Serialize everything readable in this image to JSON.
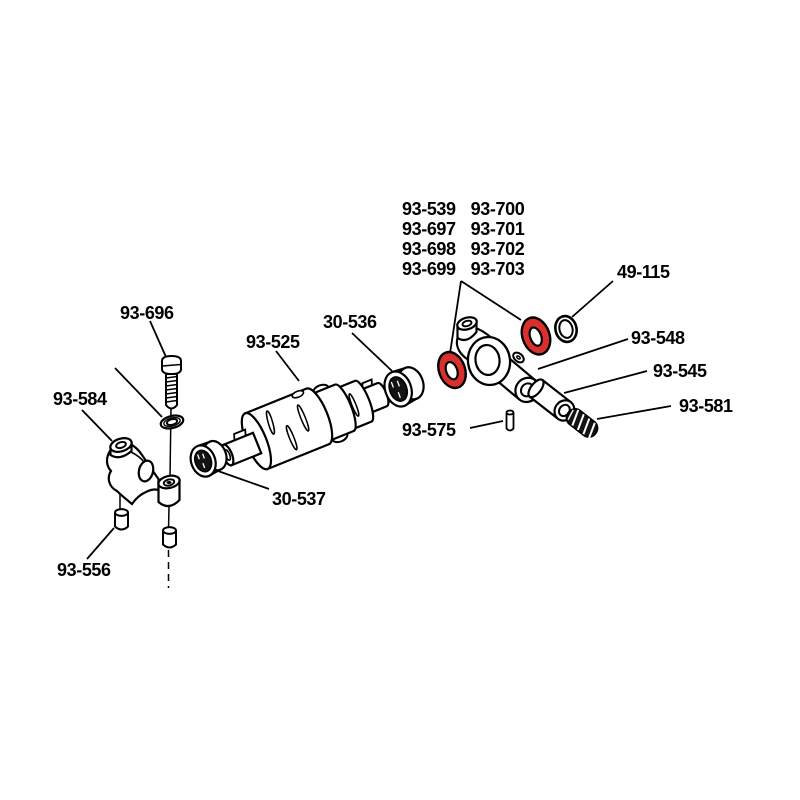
{
  "colors": {
    "highlight": "#da2f2f",
    "ink": "#000000",
    "background": "#ffffff"
  },
  "labels": {
    "oring_group": {
      "rows": [
        {
          "left": "93-539",
          "right": "93-700"
        },
        {
          "left": "93-697",
          "right": "93-701"
        },
        {
          "left": "93-698",
          "right": "93-702"
        },
        {
          "left": "93-699",
          "right": "93-703"
        }
      ]
    },
    "oring_small": "49-115",
    "adjuster_screw": "93-696",
    "bearing_upper": "30-536",
    "camshaft": "93-525",
    "rocker_shaft": "93-548",
    "sleeve": "93-545",
    "rocker_arm_left": "93-584",
    "spring": "93-581",
    "pin": "93-575",
    "bearing_lower": "30-537",
    "tappet": "93-556"
  }
}
